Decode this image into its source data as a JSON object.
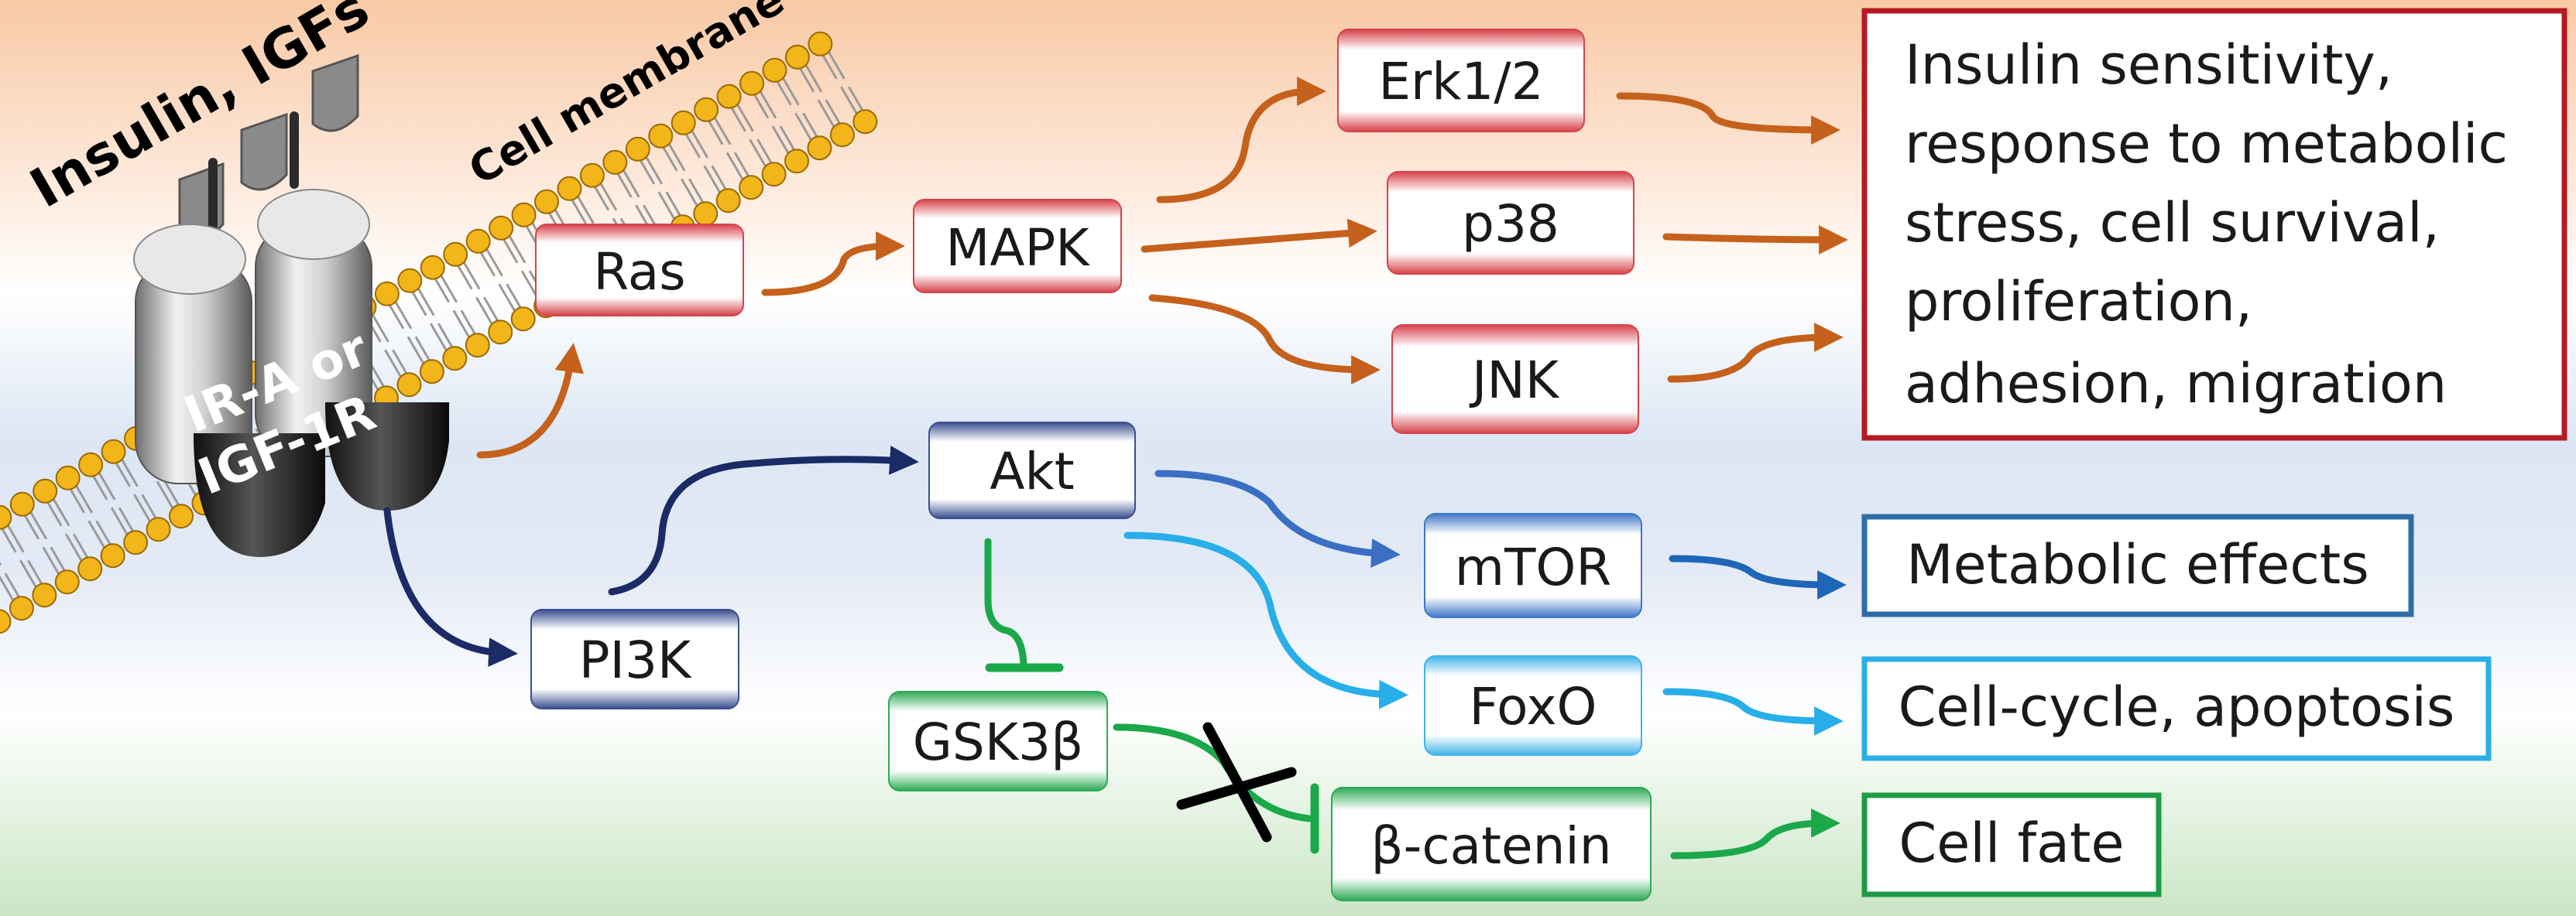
{
  "labels": {
    "ligand": "Insulin, IGFs",
    "membrane": "Cell membrane",
    "receptor_line1": "IR-A or",
    "receptor_line2": "IGF-1R"
  },
  "nodes": {
    "ras": "Ras",
    "mapk": "MAPK",
    "erk": "Erk1/2",
    "p38": "p38",
    "jnk": "JNK",
    "pi3k": "PI3K",
    "akt": "Akt",
    "mtor": "mTOR",
    "foxo": "FoxO",
    "gsk3b": "GSK3β",
    "bcatenin": "β-catenin"
  },
  "outcomes": {
    "mapk_effects": [
      "Insulin sensitivity,",
      "response to metabolic",
      "stress, cell survival,",
      "proliferation,",
      "adhesion, migration"
    ],
    "metabolic": "Metabolic effects",
    "cell_cycle": "Cell-cycle, apoptosis",
    "cell_fate": "Cell fate"
  },
  "colors": {
    "mapk_pathway": "#c5611c",
    "pi3k_pathway": "#1a2b66",
    "mtor_pathway": "#3a6fc4",
    "foxo_pathway": "#28aee8",
    "wnt_pathway": "#1aa84a",
    "red_box": "#b51a22",
    "blue_box": "#2e6da8",
    "cyan_box": "#2aaee6",
    "green_box": "#1f9a47",
    "membrane_bead": "#f2b51a"
  }
}
